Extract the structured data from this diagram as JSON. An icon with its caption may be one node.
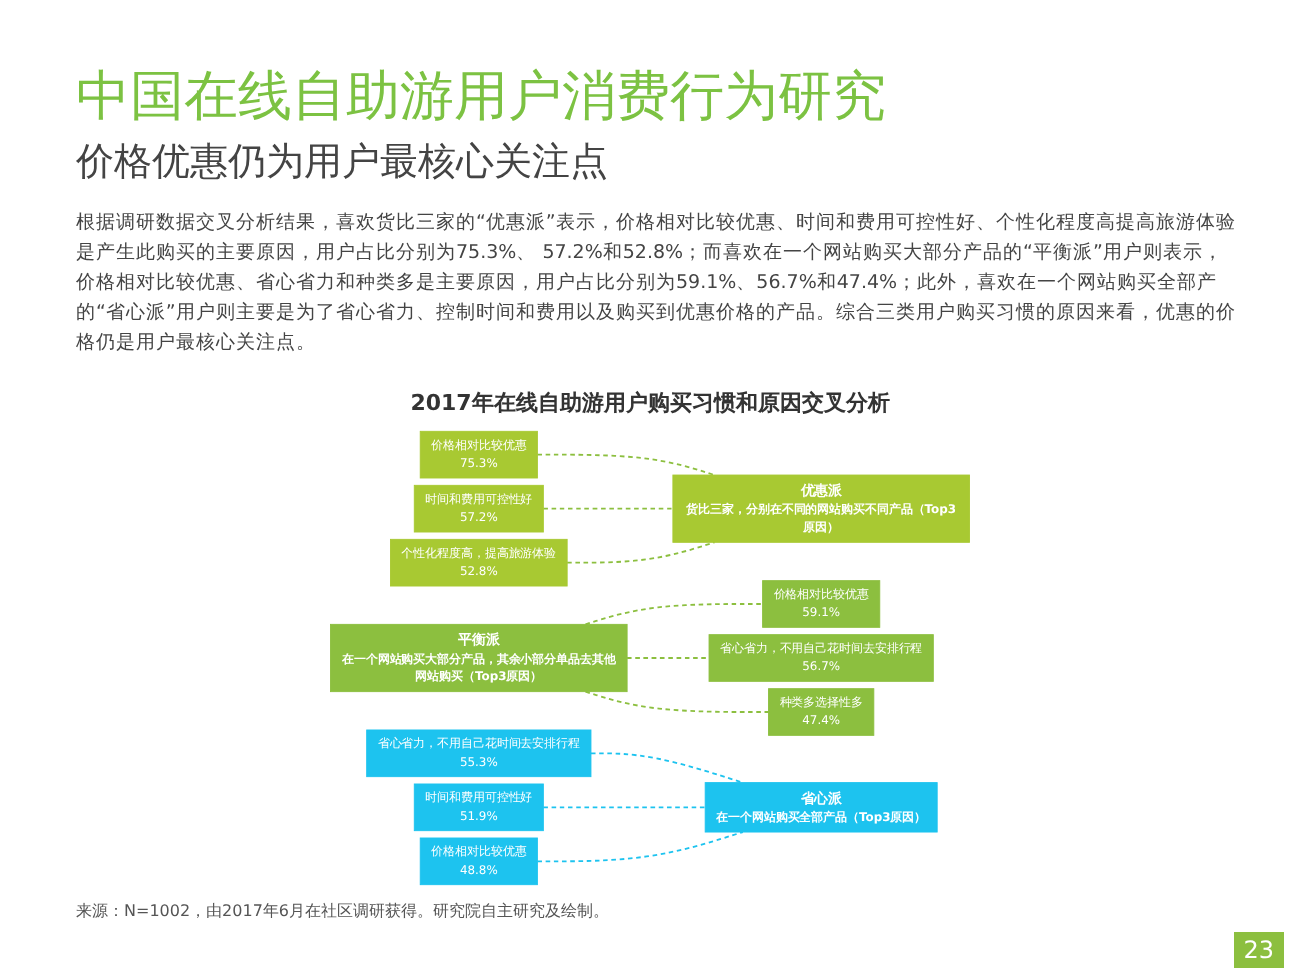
{
  "diagram": {
    "title": "中国在线自助游用户消费行为研究",
    "nodes": [
      {
        "text": [
          "价格相对比较优惠",
          "75.3%"
        ]
      },
      {
        "text": [
          "时间和费用可控性好",
          "57.2%"
        ]
      },
      {
        "text": [
          "个性化程度高，提高旅游体验",
          "52.8%"
        ]
      },
      {
        "text": [
          "优惠派",
          "货比三家，分别在不同的网站购买不同产品（Top3原因）"
        ]
      },
      {
        "text": [
          "平衡派",
          "在一个网站购买大部分产品，其余小部分单品去其他网站购买（Top3原因）"
        ]
      },
      {
        "text": [
          "价格相对比较优惠",
          "59.1%"
        ]
      },
      {
        "text": [
          "省心省力，不用自己花时间去安排行程",
          "56.7%"
        ]
      },
      {
        "text": [
          "种类多选择性多",
          "47.4%"
        ]
      },
      {
        "text": [
          "省心省力，不用自己花时间去安排行程",
          "55.3%"
        ]
      },
      {
        "text": [
          "时间和费用可控性好",
          "51.9%"
        ]
      },
      {
        "text": [
          "价格相对比较优惠",
          "48.8%"
        ]
      },
      {
        "text": [
          "省心派",
          "在一个网站购买全部产品（Top3原因）"
        ]
      }
    ],
    "edges": [
      {
        "from": 0,
        "to": 3,
        "arrow": "none",
        "style": "dashed"
      },
      {
        "from": 1,
        "to": 3,
        "arrow": "none",
        "style": "dashed"
      },
      {
        "from": 2,
        "to": 3,
        "arrow": "none",
        "style": "dashed"
      },
      {
        "from": 4,
        "to": 5,
        "arrow": "none",
        "style": "dashed"
      },
      {
        "from": 4,
        "to": 6,
        "arrow": "none",
        "style": "dashed"
      },
      {
        "from": 4,
        "to": 7,
        "arrow": "none",
        "style": "dashed"
      },
      {
        "from": 8,
        "to": 11,
        "arrow": "none",
        "style": "dashed",
        "color": "#1dc3ef"
      },
      {
        "from": 9,
        "to": 11,
        "arrow": "none",
        "style": "dashed",
        "color": "#1dc3ef"
      },
      {
        "from": 10,
        "to": 11,
        "arrow": "none",
        "style": "dashed",
        "color": "#1dc3ef"
      }
    ],
    "labels": [
      "价格优惠仍为用户最核心关注点",
      "根据调研数据交叉分析结果，喜欢货比三家的“优惠派”表示，价格相对比较优惠、时间和费用可控性好、个性化程度高提高旅游体验是产生此购买的主要原因，用户占比分别为75.3%、 57.2%和52.8%；而喜欢在一个网站购买大部分产品的“平衡派”用户则表示，价格相对比较优惠、省心省力和种类多是主要原因，用户占比分别为59.1%、56.7%和47.4%；此外，喜欢在一个网站购买全部产的“省心派”用户则主要是为了省心省力、控制时间和费用以及购买到优惠价格的产品。综合三类用户购买习惯的原因来看，优惠的价格仍是用户最核心关注点。",
      "2017年在线自助游用户购买习惯和原因交叉分析",
      "来源：N=1002，由2017年6月在社区调研获得。研究院自主研究及绘制。",
      "23"
    ]
  }
}
